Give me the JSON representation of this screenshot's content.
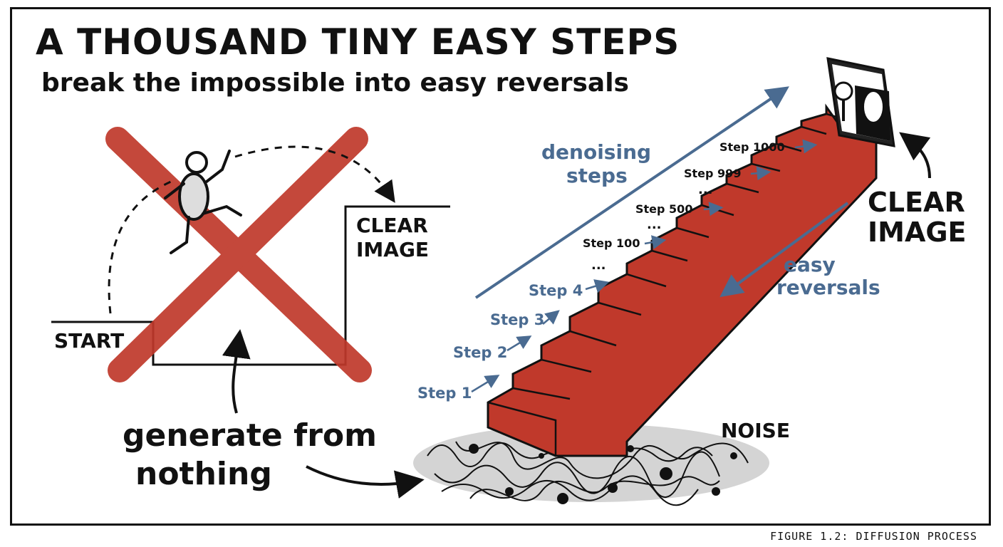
{
  "title": "A THOUSAND TINY EASY STEPS",
  "subtitle": "break the impossible into easy reversals",
  "left_panel": {
    "start_label": "START",
    "clear_image_label_1": "CLEAR",
    "clear_image_label_2": "IMAGE",
    "generate_label_1": "generate from",
    "generate_label_2": "nothing"
  },
  "right_panel": {
    "denoising_label_1": "denoising",
    "denoising_label_2": "steps",
    "easy_label_1": "easy",
    "easy_label_2": "reversals",
    "noise_label": "NOISE",
    "clear_image_label_1": "CLEAR",
    "clear_image_label_2": "IMAGE",
    "steps": {
      "s1": "Step 1",
      "s2": "Step 2",
      "s3": "Step 3",
      "s4": "Step 4",
      "s100": "Step 100",
      "s500": "Step 500",
      "s999": "Step 999",
      "s1000": "Step 1000"
    },
    "ellipsis": "..."
  },
  "caption": "FIGURE 1.2: DIFFUSION PROCESS",
  "colors": {
    "red": "#c0392b",
    "blue": "#4a6b91",
    "ink": "#111111",
    "gray": "#cfcfcf"
  }
}
